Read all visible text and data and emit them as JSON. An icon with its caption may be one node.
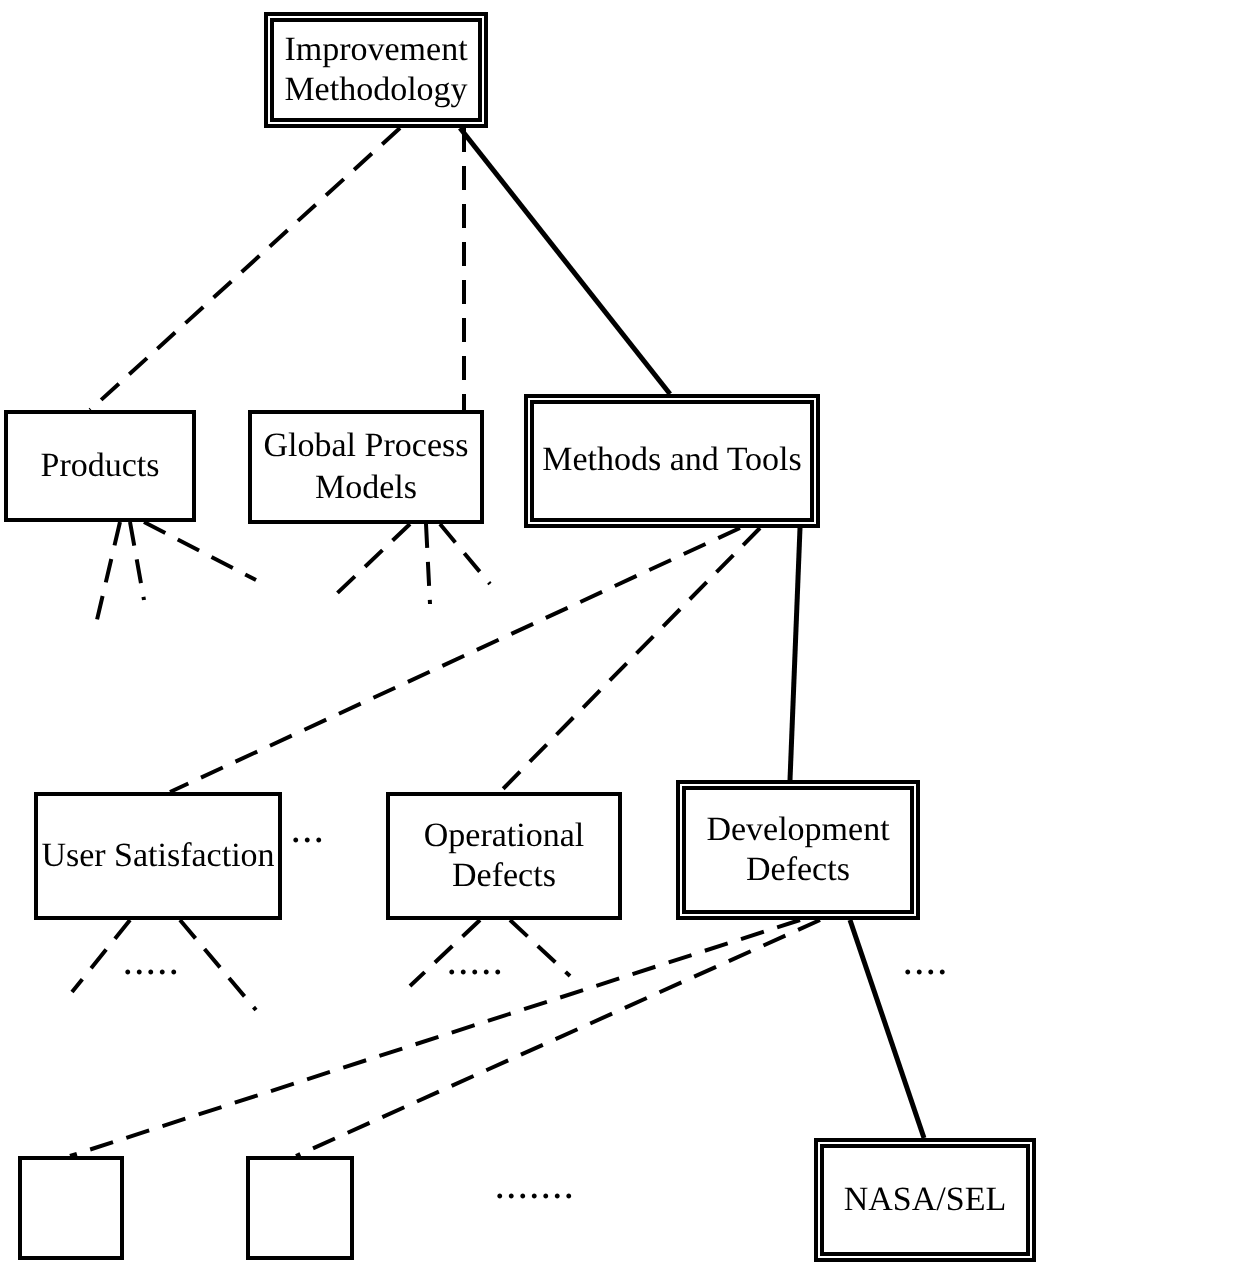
{
  "diagram": {
    "nodes": [
      {
        "text": [
          "Improvement Methodology"
        ]
      },
      {
        "text": [
          "Products"
        ]
      },
      {
        "text": [
          "Global Process Models"
        ]
      },
      {
        "text": [
          "Methods and Tools"
        ]
      },
      {
        "text": [
          "User Satisfaction"
        ]
      },
      {
        "text": [
          "Operational Defects"
        ]
      },
      {
        "text": [
          "Development Defects"
        ]
      },
      {
        "text": [],
        "shape": "box"
      },
      {
        "text": [],
        "shape": "box"
      },
      {
        "text": [
          "NASA/SEL"
        ]
      }
    ],
    "edges": [
      {
        "from": 0,
        "to": 1,
        "arrow": "none",
        "style": "dashed"
      },
      {
        "from": 0,
        "to": 2,
        "arrow": "none",
        "style": "dashed"
      },
      {
        "from": 0,
        "to": 3,
        "arrow": "none"
      },
      {
        "from": 3,
        "to": 4,
        "arrow": "none",
        "style": "dashed"
      },
      {
        "from": 3,
        "to": 5,
        "arrow": "none",
        "style": "dashed"
      },
      {
        "from": 3,
        "to": 6,
        "arrow": "none"
      },
      {
        "from": 6,
        "to": 7,
        "arrow": "none",
        "style": "dashed"
      },
      {
        "from": 6,
        "to": 8,
        "arrow": "none",
        "style": "dashed"
      },
      {
        "from": 6,
        "to": 9,
        "arrow": "none"
      },
      {
        "from": 1,
        "to": null,
        "arrow": "none",
        "style": "dashed"
      },
      {
        "from": 1,
        "to": null,
        "arrow": "none",
        "style": "dashed"
      },
      {
        "from": 1,
        "to": null,
        "arrow": "none",
        "style": "dashed"
      },
      {
        "from": 2,
        "to": null,
        "arrow": "none",
        "style": "dashed"
      },
      {
        "from": 2,
        "to": null,
        "arrow": "none",
        "style": "dashed"
      },
      {
        "from": 2,
        "to": null,
        "arrow": "none",
        "style": "dashed"
      },
      {
        "from": 4,
        "to": null,
        "arrow": "none",
        "style": "dashed"
      },
      {
        "from": 4,
        "to": null,
        "arrow": "none",
        "style": "dashed"
      },
      {
        "from": 5,
        "to": null,
        "arrow": "none",
        "style": "dashed"
      },
      {
        "from": 5,
        "to": null,
        "arrow": "none",
        "style": "dashed"
      }
    ],
    "labels": [
      "...",
      ".....",
      ".....",
      "....",
      "......."
    ]
  }
}
